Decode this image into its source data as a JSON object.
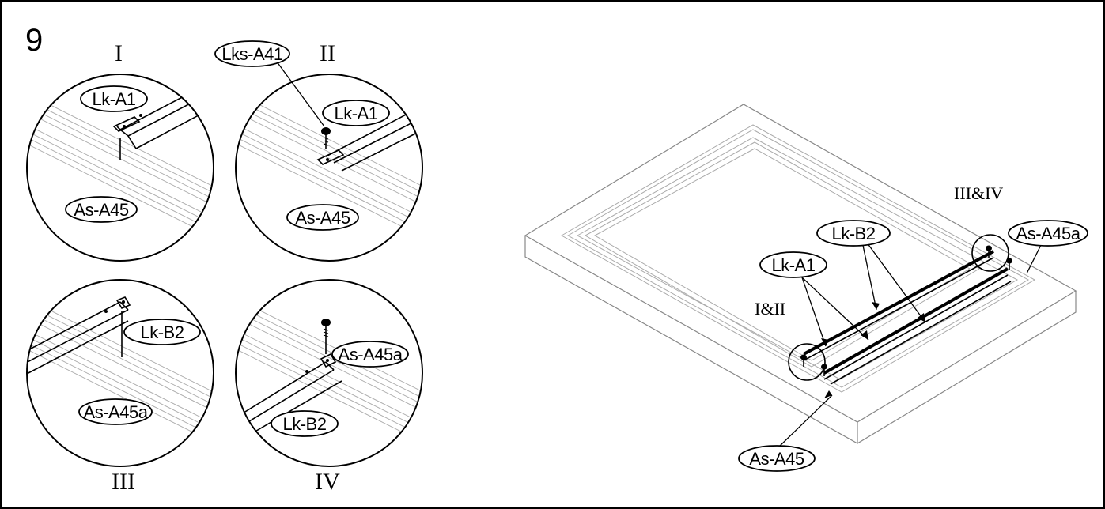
{
  "step_number": "9",
  "detail_views": {
    "I": {
      "roman": "I",
      "labels": {
        "rail": "Lk-A1",
        "frame": "As-A45"
      }
    },
    "II": {
      "roman": "II",
      "labels": {
        "screw": "Lks-A41",
        "rail": "Lk-A1",
        "frame": "As-A45"
      }
    },
    "III": {
      "roman": "III",
      "labels": {
        "rail": "Lk-B2",
        "frame": "As-A45a"
      }
    },
    "IV": {
      "roman": "IV",
      "labels": {
        "frame": "As-A45a",
        "rail": "Lk-B2"
      }
    }
  },
  "overview": {
    "callout_1_2": "I&II",
    "callout_3_4": "III&IV",
    "labels": {
      "rail_a": "Lk-A1",
      "rail_b": "Lk-B2",
      "frame_a": "As-A45a",
      "frame": "As-A45"
    }
  }
}
